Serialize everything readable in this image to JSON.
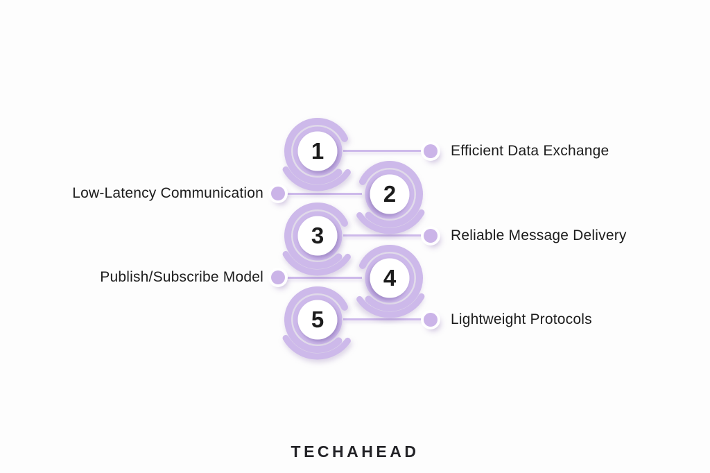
{
  "canvas": {
    "background": "#fdfdfd"
  },
  "palette": {
    "accent": "#cdb9ea",
    "accent_line": "#cbb4e8",
    "text": "#1c1c1c",
    "node_fill": "#ffffff"
  },
  "items": [
    {
      "number": "1",
      "label": "Efficient Data Exchange",
      "side": "right"
    },
    {
      "number": "2",
      "label": "Low-Latency Communication",
      "side": "left"
    },
    {
      "number": "3",
      "label": "Reliable Message Delivery",
      "side": "right"
    },
    {
      "number": "4",
      "label": "Publish/Subscribe Model",
      "side": "left"
    },
    {
      "number": "5",
      "label": "Lightweight Protocols",
      "side": "right"
    }
  ],
  "footer": {
    "brand": "TECHAHEAD"
  }
}
